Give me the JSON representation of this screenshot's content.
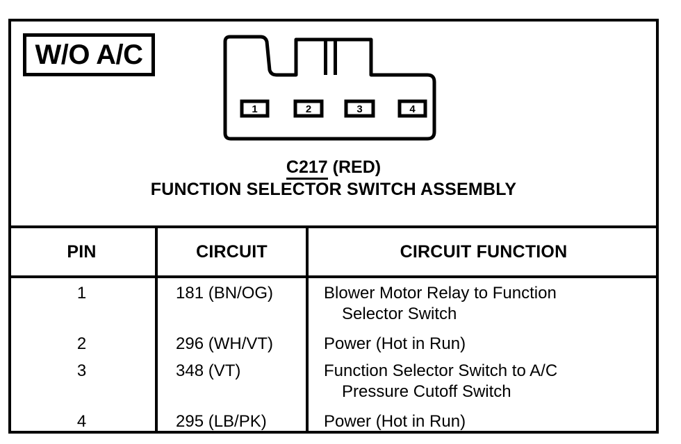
{
  "diagram": {
    "variant_badge": "W/O A/C",
    "connector": {
      "id": "C217",
      "color": "(RED)",
      "assembly_name": "FUNCTION SELECTOR SWITCH ASSEMBLY",
      "pin_labels": [
        "1",
        "2",
        "3",
        "4"
      ]
    }
  },
  "table": {
    "headers": {
      "pin": "PIN",
      "circuit": "CIRCUIT",
      "function": "CIRCUIT FUNCTION"
    },
    "rows": [
      {
        "pin": "1",
        "circuit": "181 (BN/OG)",
        "function_line1": "Blower Motor Relay to Function",
        "function_line2": "Selector Switch"
      },
      {
        "pin": "2",
        "circuit": "296 (WH/VT)",
        "function_line1": "Power (Hot in Run)",
        "function_line2": ""
      },
      {
        "pin": "3",
        "circuit": "348 (VT)",
        "function_line1": "Function Selector Switch to A/C",
        "function_line2": "Pressure Cutoff Switch"
      },
      {
        "pin": "4",
        "circuit": "295 (LB/PK)",
        "function_line1": "Power (Hot in Run)",
        "function_line2": ""
      }
    ]
  },
  "style": {
    "ink": "#000000",
    "paper": "#ffffff"
  }
}
